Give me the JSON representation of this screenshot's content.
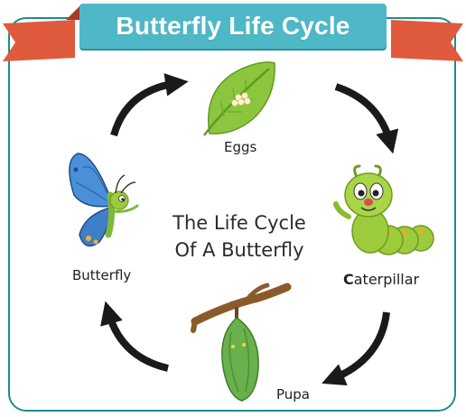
{
  "title": "Butterfly Life Cycle",
  "center_text": {
    "line1": "The Life Cycle",
    "line2": "Of A Butterfly"
  },
  "stages": [
    {
      "label": "Eggs",
      "icon": "leaf-with-eggs"
    },
    {
      "label": "Caterpillar",
      "icon": "cartoon-caterpillar"
    },
    {
      "label": "Pupa",
      "icon": "chrysalis-on-branch"
    },
    {
      "label": "Butterfly",
      "icon": "blue-butterfly"
    }
  ],
  "caterpillar_label": {
    "first_letter": "C",
    "rest": "aterpillar"
  },
  "colors": {
    "banner": "#4fb8c7",
    "ribbon": "#e05a3e",
    "frame_border": "#1a8f8c",
    "arrow": "#1a1a1a",
    "leaf": "#8cc63f",
    "caterpillar": "#9ccc3c",
    "pupa": "#6ab04c",
    "butterfly": "#4a90d9"
  }
}
